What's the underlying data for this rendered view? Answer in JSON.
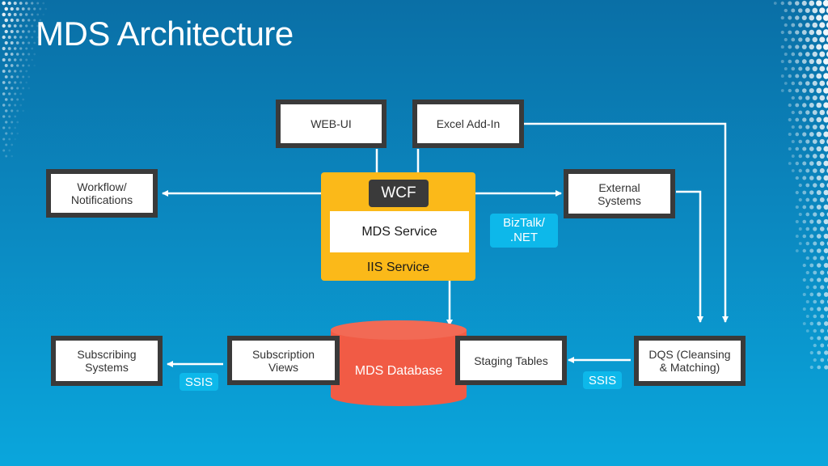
{
  "title": "MDS Architecture",
  "nodes": {
    "web_ui": "WEB-UI",
    "excel_addin": "Excel Add-In",
    "workflow": [
      "Workflow/",
      "Notifications"
    ],
    "external_systems": [
      "External",
      "Systems"
    ],
    "wcf": "WCF",
    "mds_service": "MDS Service",
    "iis_service": "IIS Service",
    "biztalk": [
      "BizTalk/",
      ".NET"
    ],
    "mds_database": "MDS Database",
    "subscribing_systems": [
      "Subscribing",
      "Systems"
    ],
    "subscription_views": [
      "Subscription",
      "Views"
    ],
    "staging_tables": "Staging Tables",
    "dqs": [
      "DQS (Cleansing",
      "& Matching)"
    ]
  },
  "badges": {
    "ssis_left": "SSIS",
    "ssis_right": "SSIS"
  },
  "colors": {
    "background_top": "#0a6fa6",
    "background_bottom": "#0aa6dc",
    "iis_container": "#fbb919",
    "database": "#f15b45",
    "box_border": "#3a3a3a",
    "badge": "#0db8ea"
  }
}
